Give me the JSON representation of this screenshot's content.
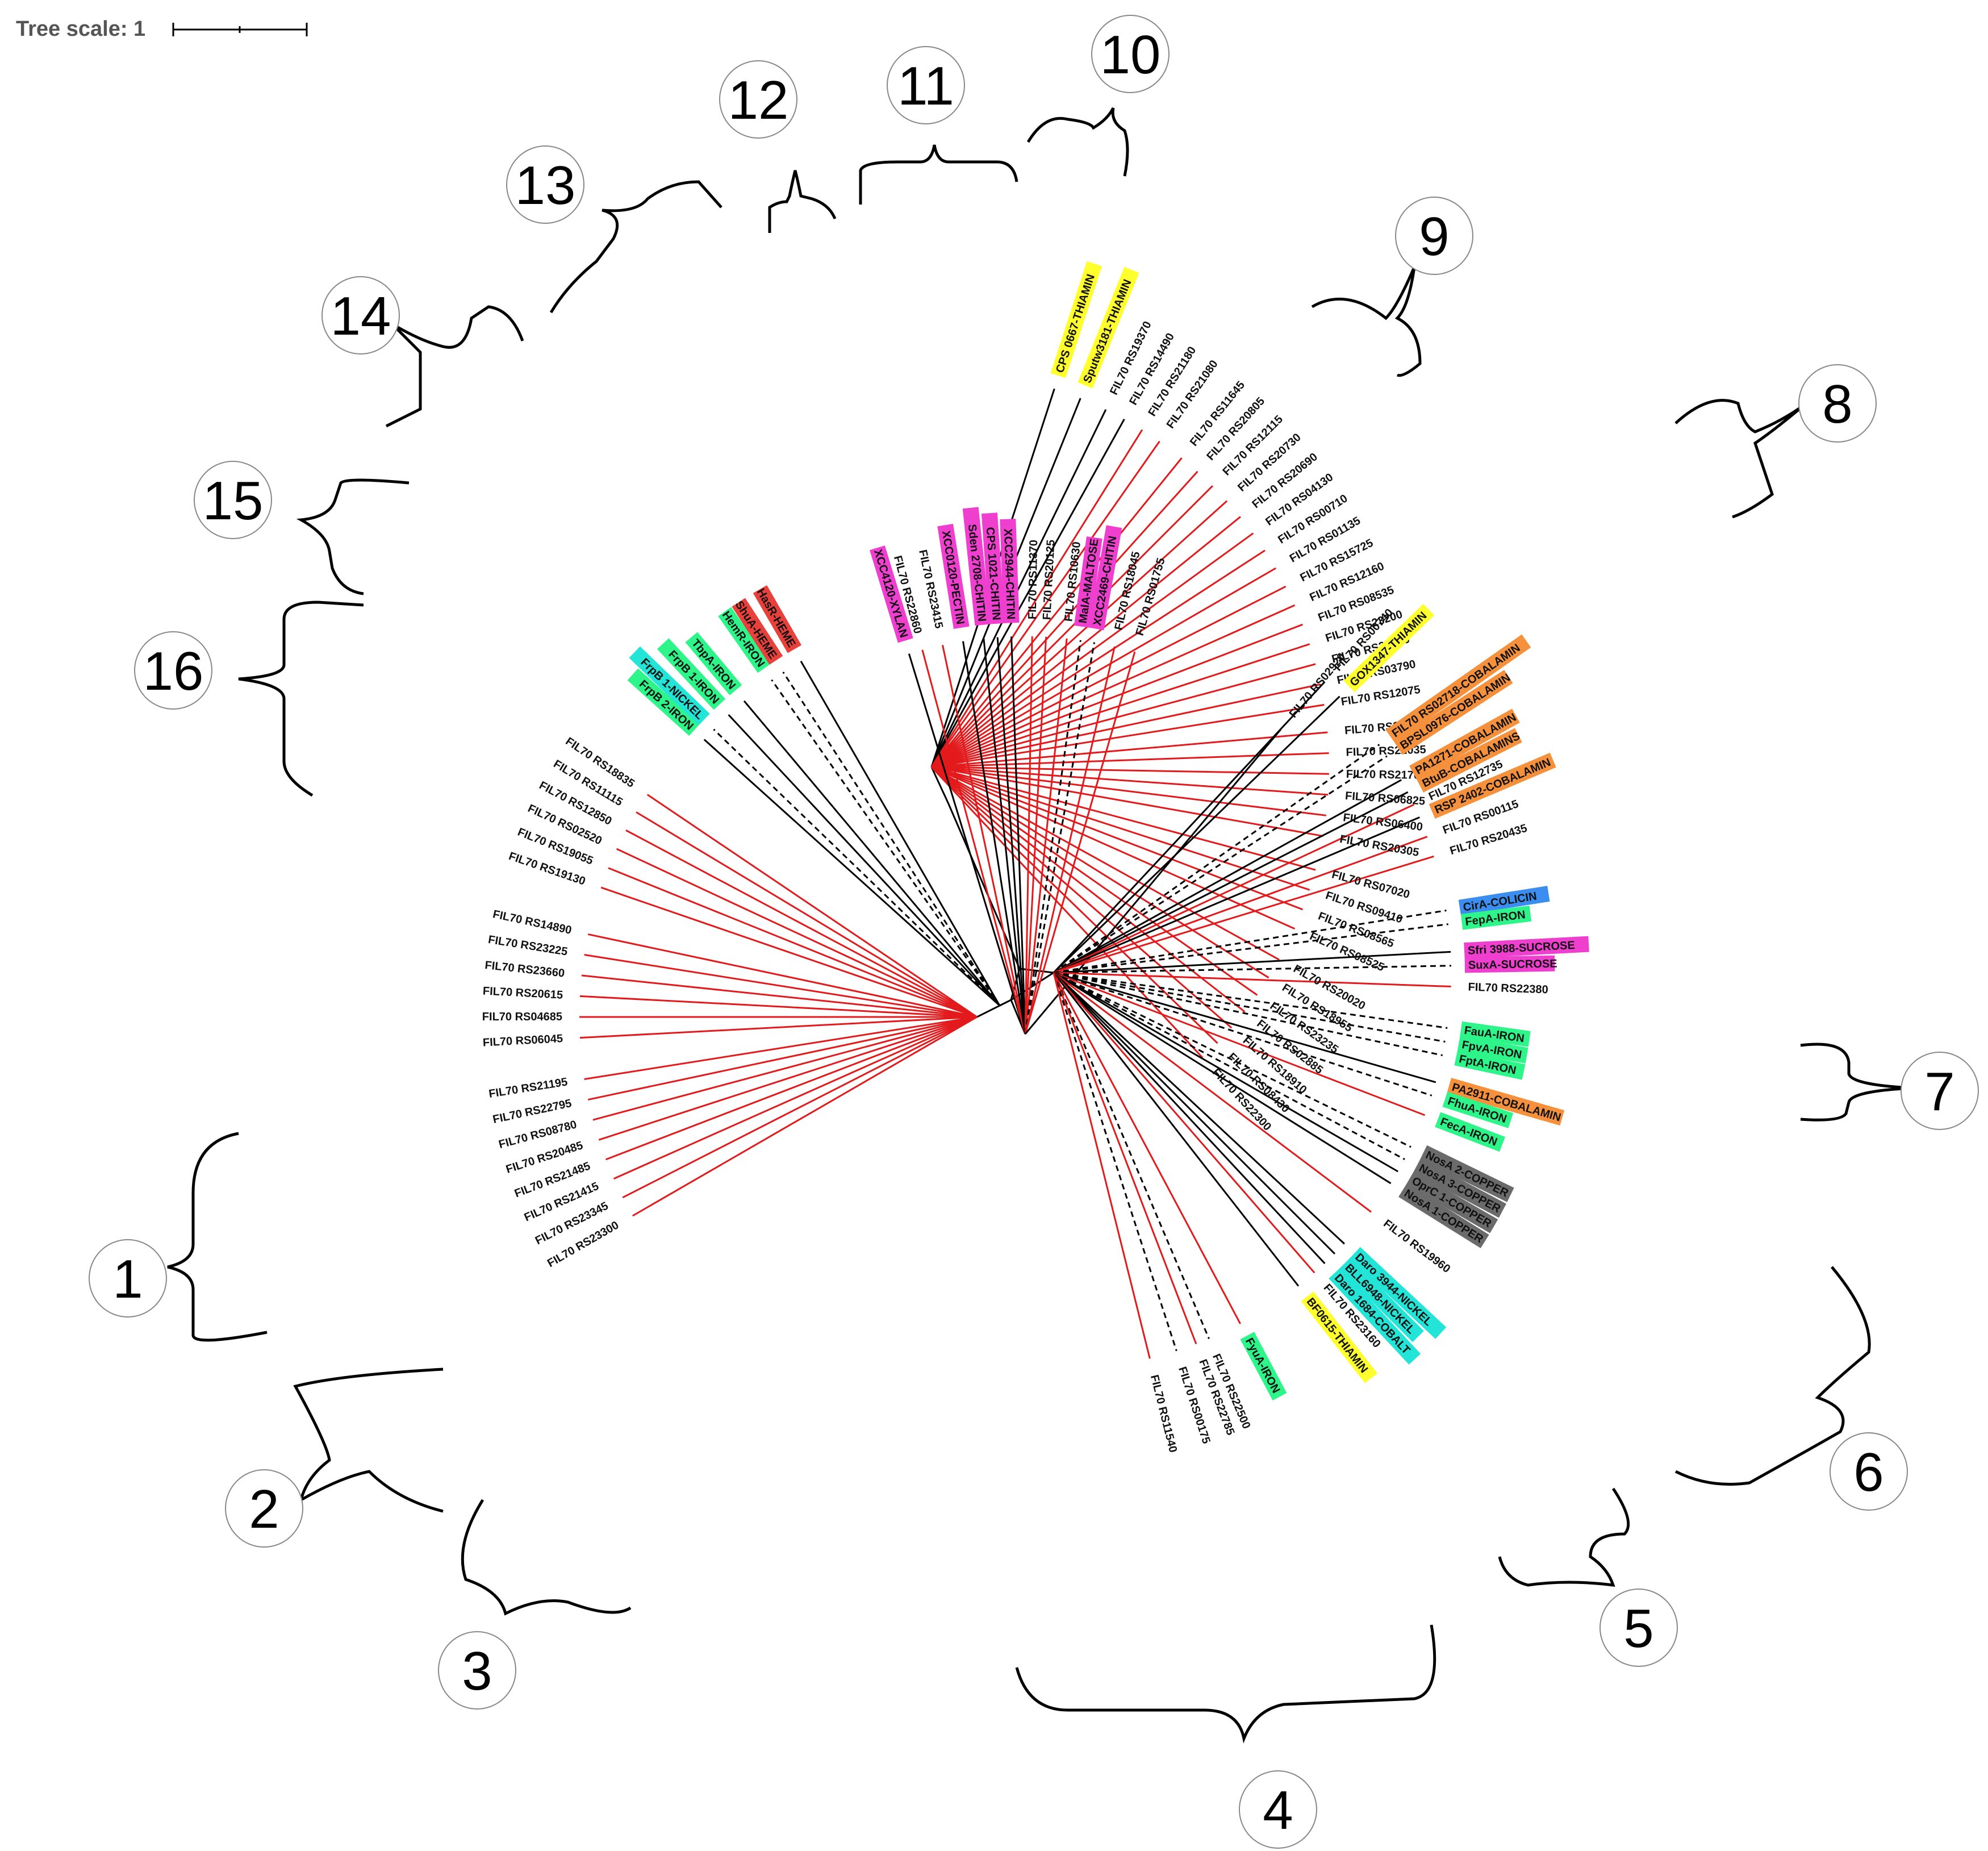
{
  "scale": {
    "label": "Tree scale: 1"
  },
  "colors": {
    "black": "#000000",
    "red": "#e31a1c",
    "THIAMIN": "#ffff2e",
    "IRON": "#2ef58a",
    "COBALT": "#22e5d8",
    "NICKEL": "#22e5d8",
    "COPPER": "#6b6b6b",
    "COBALAMIN": "#f5913c",
    "COBALAMINS": "#f5913c",
    "SUCROSE": "#ee3fcf",
    "COLICIN": "#3b8ef0",
    "CHITIN": "#ee3fcf",
    "MALTOSE": "#ee3fcf",
    "PECTIN": "#ee3fcf",
    "XYLAN": "#ee3fcf",
    "HEME": "#e8413c",
    "HEMIN": "#e8413c"
  },
  "leaves": [
    {
      "a": 288,
      "t": "CPS 0667-THIAMIN",
      "c": "black",
      "k": "THIAMIN"
    },
    {
      "a": 292,
      "t": "Sputw3181-THIAMIN",
      "c": "black",
      "k": "THIAMIN"
    },
    {
      "a": 296,
      "t": "FIL70 RS19370",
      "c": "black"
    },
    {
      "a": 299,
      "t": "FIL70 RS14490",
      "c": "black"
    },
    {
      "a": 302,
      "t": "FIL70 RS21180",
      "c": "red"
    },
    {
      "a": 305,
      "t": "FIL70 RS21080",
      "c": "red"
    },
    {
      "a": 309,
      "t": "FIL70 RS11645",
      "c": "red"
    },
    {
      "a": 312,
      "t": "FIL70 RS20805",
      "c": "red"
    },
    {
      "a": 315,
      "t": "FIL70 RS12115",
      "c": "red"
    },
    {
      "a": 318,
      "t": "FIL70 RS20730",
      "c": "red"
    },
    {
      "a": 321,
      "t": "FIL70 RS20690",
      "c": "red"
    },
    {
      "a": 324,
      "t": "FIL70 RS04130",
      "c": "red"
    },
    {
      "a": 327,
      "t": "FIL70 RS00710",
      "c": "red"
    },
    {
      "a": 330,
      "t": "FIL70 RS01135",
      "c": "red"
    },
    {
      "a": 333,
      "t": "FIL70 RS15725",
      "c": "red"
    },
    {
      "a": 336,
      "t": "FIL70 RS12160",
      "c": "red"
    },
    {
      "a": 339,
      "t": "FIL70 RS08535",
      "c": "red"
    },
    {
      "a": 342,
      "t": "FIL70 RS23200",
      "c": "red"
    },
    {
      "a": 345,
      "t": "FIL70 RS21680",
      "c": "red"
    },
    {
      "a": 348,
      "t": "FIL70 RS03790",
      "c": "red"
    },
    {
      "a": 351,
      "t": "FIL70 RS12075",
      "c": "red"
    },
    {
      "a": 355,
      "t": "FIL70 RS21930",
      "c": "red"
    },
    {
      "a": 358,
      "t": "FIL70 RS22035",
      "c": "red"
    },
    {
      "a": 361,
      "t": "FIL70 RS21700",
      "c": "red"
    },
    {
      "a": 364,
      "t": "FIL70 RS06825",
      "c": "red"
    },
    {
      "a": 367,
      "t": "FIL70 RS06400",
      "c": "red"
    },
    {
      "a": 370,
      "t": "FIL70 RS20305",
      "c": "red"
    },
    {
      "a": 375,
      "t": "FIL70 RS07020",
      "c": "red"
    },
    {
      "a": 378,
      "t": "FIL70 RS09410",
      "c": "red"
    },
    {
      "a": 381,
      "t": "FIL70 RS08565",
      "c": "red"
    },
    {
      "a": 384,
      "t": "FIL70 RS08525",
      "c": "red"
    },
    {
      "a": 389,
      "t": "FIL70 RS20020",
      "c": "red"
    },
    {
      "a": 392,
      "t": "FIL70 RS18955",
      "c": "red"
    },
    {
      "a": 395,
      "t": "FIL70 RS23235",
      "c": "red"
    },
    {
      "a": 398,
      "t": "FIL70 RS02885",
      "c": "red"
    },
    {
      "a": 401,
      "t": "FIL70 RS18910",
      "c": "red"
    },
    {
      "a": 404,
      "t": "FIL70 RS08430",
      "c": "red"
    },
    {
      "a": 407,
      "t": "FIL70 RS22300",
      "c": "red"
    },
    {
      "a": 150,
      "t": "FIL70 RS23300",
      "c": "red"
    },
    {
      "a": 153,
      "t": "FIL70 RS23345",
      "c": "red"
    },
    {
      "a": 156,
      "t": "FIL70 RS21415",
      "c": "red"
    },
    {
      "a": 159,
      "t": "FIL70 RS21485",
      "c": "red"
    },
    {
      "a": 162,
      "t": "FIL70 RS20485",
      "c": "red"
    },
    {
      "a": 165,
      "t": "FIL70 RS08780",
      "c": "red"
    },
    {
      "a": 168,
      "t": "FIL70 RS22795",
      "c": "red"
    },
    {
      "a": 171,
      "t": "FIL70 RS21195",
      "c": "red"
    },
    {
      "a": 177,
      "t": "FIL70 RS06045",
      "c": "red"
    },
    {
      "a": 180,
      "t": "FIL70 RS04685",
      "c": "red"
    },
    {
      "a": 183,
      "t": "FIL70 RS20615",
      "c": "red"
    },
    {
      "a": 186,
      "t": "FIL70 RS23660",
      "c": "red"
    },
    {
      "a": 189,
      "t": "FIL70 RS23225",
      "c": "red"
    },
    {
      "a": 192,
      "t": "FIL70 RS14890",
      "c": "red"
    },
    {
      "a": 199,
      "t": "FIL70 RS19130",
      "c": "red"
    },
    {
      "a": 202,
      "t": "FIL70 RS19055",
      "c": "red"
    },
    {
      "a": 205,
      "t": "FIL70 RS02520",
      "c": "red"
    },
    {
      "a": 208,
      "t": "FIL70 RS12850",
      "c": "red"
    },
    {
      "a": 211,
      "t": "FIL70 RS11115",
      "c": "red"
    },
    {
      "a": 214,
      "t": "FIL70 RS18835",
      "c": "red"
    },
    {
      "a": 222,
      "t": "FrpB 2-IRON",
      "c": "black",
      "k": "IRON"
    },
    {
      "a": 224,
      "t": "FrpB 1-NICKEL",
      "c": "dash",
      "k": "NICKEL"
    },
    {
      "a": 227,
      "t": "FrpB 1-IRON",
      "c": "black",
      "k": "IRON"
    },
    {
      "a": 230,
      "t": "TbpA-IRON",
      "c": "black",
      "k": "IRON"
    },
    {
      "a": 235,
      "t": "HemR-IRON",
      "c": "dash",
      "k": "IRON"
    },
    {
      "a": 237,
      "t": "ShuA-HEME",
      "c": "dash",
      "k": "HEME"
    },
    {
      "a": 240,
      "t": "HasR-HEME",
      "c": "black",
      "k": "HEME"
    },
    {
      "a": 253,
      "t": "XCC4120-XYLAN",
      "c": "black",
      "k": "XYLAN"
    },
    {
      "a": 255,
      "t": "FIL70 RS22860",
      "c": "red"
    },
    {
      "a": 258,
      "t": "FIL70 RS23415",
      "c": "red"
    },
    {
      "a": 261,
      "t": "XCC0120-PECTIN",
      "c": "black",
      "k": "PECTIN"
    },
    {
      "a": 264,
      "t": "Sden 2708-CHITIN",
      "c": "black",
      "k": "CHITIN"
    },
    {
      "a": 266,
      "t": "CPS 1021-CHITIN",
      "c": "black",
      "k": "CHITIN"
    },
    {
      "a": 268,
      "t": "XCC2944-CHITIN",
      "c": "black",
      "k": "CHITIN"
    },
    {
      "a": 271,
      "t": "FIL70 RS11370",
      "c": "red"
    },
    {
      "a": 273,
      "t": "FIL70 RS20125",
      "c": "red"
    },
    {
      "a": 276,
      "t": "FIL70 RS10630",
      "c": "red"
    },
    {
      "a": 278,
      "t": "MalA-MALTOSE",
      "c": "dash",
      "k": "MALTOSE"
    },
    {
      "a": 280,
      "t": "XCC2469-CHITIN",
      "c": "dash",
      "k": "CHITIN"
    },
    {
      "a": 283,
      "t": "FIL70 RS18045",
      "c": "red"
    },
    {
      "a": 286,
      "t": "FIL70 RS01755",
      "c": "red"
    },
    {
      "a": 310,
      "t": "FIL70 RS02920",
      "c": "black"
    },
    {
      "a": 313,
      "t": "FIL70 RS00740",
      "c": "black"
    },
    {
      "a": 316,
      "t": "GOX1347-THIAMIN",
      "c": "black",
      "k": "THIAMIN"
    },
    {
      "a": 325,
      "t": "FIL70 RS02718-COBALAMIN",
      "c": "dash",
      "k": "COBALAMIN"
    },
    {
      "a": 327,
      "t": "BPSL0976-COBALAMIN",
      "c": "dash",
      "k": "COBALAMIN"
    },
    {
      "a": 331,
      "t": "PA1271-COBALAMIN",
      "c": "black",
      "k": "COBALAMIN"
    },
    {
      "a": 333,
      "t": "BtuB-COBALAMINS",
      "c": "black",
      "k": "COBALAMINS"
    },
    {
      "a": 335,
      "t": "FIL70 RS12735",
      "c": "red"
    },
    {
      "a": 337,
      "t": "RSP 2402-COBALAMIN",
      "c": "black",
      "k": "COBALAMIN"
    },
    {
      "a": 340,
      "t": "FIL70 RS00115",
      "c": "red"
    },
    {
      "a": 343,
      "t": "FIL70 RS20435",
      "c": "red"
    },
    {
      "a": 351,
      "t": "CirA-COLICIN",
      "c": "dash",
      "k": "COLICIN"
    },
    {
      "a": 353,
      "t": "FepA-IRON",
      "c": "dash",
      "k": "IRON"
    },
    {
      "a": 357,
      "t": "Sfri 3988-SUCROSE",
      "c": "black",
      "k": "SUCROSE"
    },
    {
      "a": 359,
      "t": "SuxA-SUCROSE",
      "c": "dash",
      "k": "SUCROSE"
    },
    {
      "a": 362,
      "t": "FIL70 RS22380",
      "c": "red"
    },
    {
      "a": 368,
      "t": "FauA-IRON",
      "c": "dash",
      "k": "IRON"
    },
    {
      "a": 370,
      "t": "FpvA-IRON",
      "c": "dash",
      "k": "IRON"
    },
    {
      "a": 372,
      "t": "FptA-IRON",
      "c": "dash",
      "k": "IRON"
    },
    {
      "a": 376,
      "t": "PA2911-COBALAMIN",
      "c": "black",
      "k": "COBALAMIN"
    },
    {
      "a": 378,
      "t": "FhuA-IRON",
      "c": "dash",
      "k": "IRON"
    },
    {
      "a": 381,
      "t": "FecA-IRON",
      "c": "red",
      "k": "IRON"
    },
    {
      "a": 386,
      "t": "NosA 2-COPPER",
      "c": "dash",
      "k": "COPPER"
    },
    {
      "a": 388,
      "t": "NosA 3-COPPER",
      "c": "dash",
      "k": "COPPER"
    },
    {
      "a": 390,
      "t": "OprC 1-COPPER",
      "c": "black",
      "k": "COPPER"
    },
    {
      "a": 392,
      "t": "NosA 1-COPPER",
      "c": "black",
      "k": "COPPER"
    },
    {
      "a": 397,
      "t": "FIL70 RS19960",
      "c": "red"
    },
    {
      "a": 403,
      "t": "Daro 3944-NICKEL",
      "c": "black",
      "k": "NICKEL"
    },
    {
      "a": 405,
      "t": "BLL6948-NICKEL",
      "c": "black",
      "k": "NICKEL"
    },
    {
      "a": 407,
      "t": "Daro 1684-COBALT",
      "c": "black",
      "k": "COBALT"
    },
    {
      "a": 409,
      "t": "FIL70 RS23160",
      "c": "red"
    },
    {
      "a": 412,
      "t": "BF0615-THIAMIN",
      "c": "black",
      "k": "THIAMIN"
    },
    {
      "a": 422,
      "t": "FyuA-IRON",
      "c": "red",
      "k": "IRON"
    },
    {
      "a": 427,
      "t": "FIL70 RS22500",
      "c": "dash"
    },
    {
      "a": 429,
      "t": "FIL70 RS22785",
      "c": "red"
    },
    {
      "a": 432,
      "t": "FIL70 RS00175",
      "c": "dash"
    },
    {
      "a": 436,
      "t": "FIL70 RS11540",
      "c": "red"
    }
  ],
  "clades": [
    {
      "n": "1"
    },
    {
      "n": "2"
    },
    {
      "n": "3"
    },
    {
      "n": "4"
    },
    {
      "n": "5"
    },
    {
      "n": "6"
    },
    {
      "n": "7"
    },
    {
      "n": "8"
    },
    {
      "n": "9"
    },
    {
      "n": "10"
    },
    {
      "n": "11"
    },
    {
      "n": "12"
    },
    {
      "n": "13"
    },
    {
      "n": "14"
    },
    {
      "n": "15"
    },
    {
      "n": "16"
    }
  ]
}
